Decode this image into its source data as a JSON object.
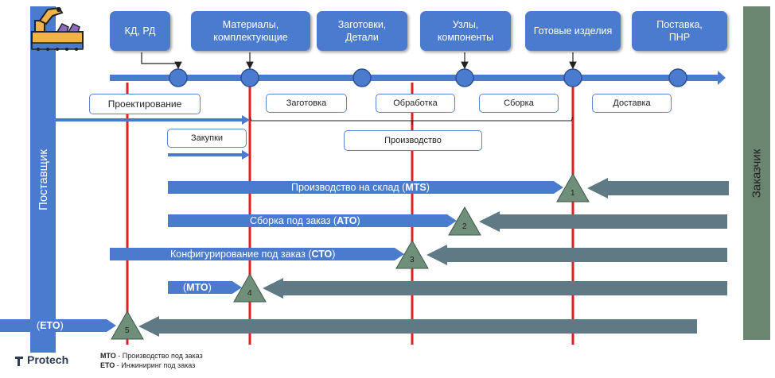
{
  "stages": [
    {
      "label": "КД, РД"
    },
    {
      "label": "Материалы,\nкомплектующие"
    },
    {
      "label": "Заготовки,\nДетали"
    },
    {
      "label": "Узлы,\nкомпоненты"
    },
    {
      "label": "Готовые изделия"
    },
    {
      "label": "Поставка,\nПНР"
    }
  ],
  "phases": {
    "design": "Проектирование",
    "blank": "Заготовка",
    "processing": "Обработка",
    "assembly": "Сборка",
    "delivery": "Доставка",
    "purchasing": "Закупки",
    "production": "Производство"
  },
  "sidebar": {
    "supplier": "Поставщик",
    "customer": "Заказчик"
  },
  "strategies": [
    {
      "label": "Производство на склад (",
      "code": "MTS",
      "close": ")",
      "point": "1"
    },
    {
      "label": "Сборка под заказ (",
      "code": "АТО",
      "close": ")",
      "point": "2"
    },
    {
      "label": "Конфигурирование под заказ (",
      "code": "СТО",
      "close": ")",
      "point": "3"
    },
    {
      "label": "(",
      "code": "МТО",
      "close": ")",
      "point": "4"
    },
    {
      "label": "(",
      "code": "ЕТО",
      "close": ")",
      "point": "5"
    }
  ],
  "logo": {
    "text": "Protech"
  },
  "legend": [
    {
      "code": "МТО",
      "text": " - Производство под заказ"
    },
    {
      "code": "ЕТО",
      "text": " - Инжиниринг под заказ"
    }
  ],
  "colors": {
    "blue": "#4a7bcf",
    "gray": "#5f7a85",
    "triangle": "#6f8f7a",
    "red": "#e02020",
    "customer": "#6a8570"
  }
}
